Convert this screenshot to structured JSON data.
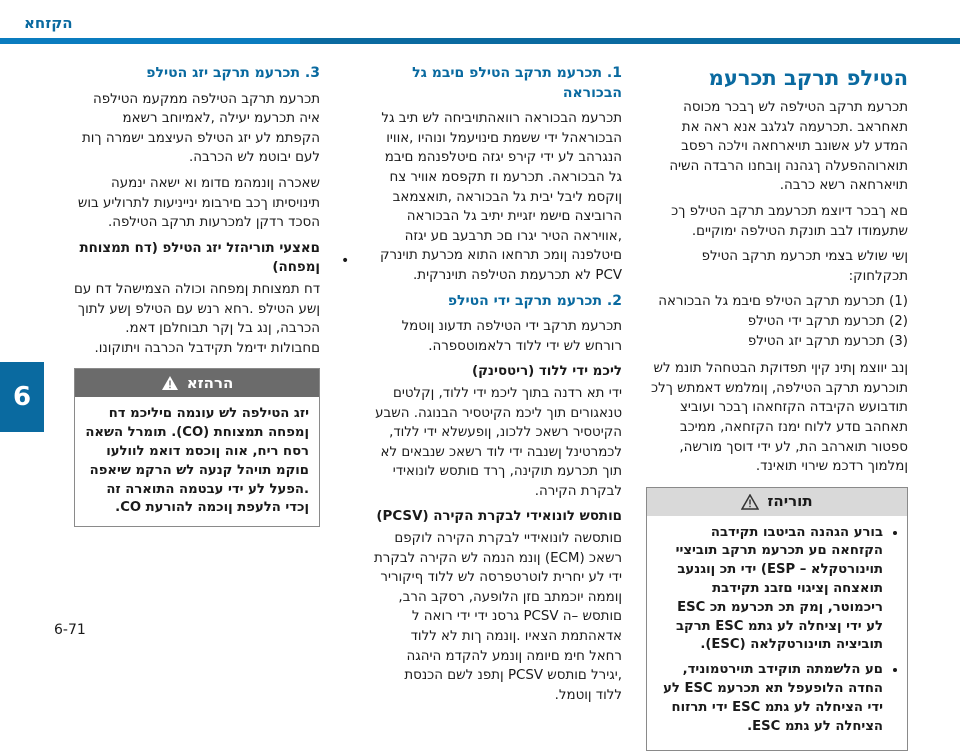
{
  "header": {
    "title": "הקזחא",
    "side_tab": "6",
    "page_number": "6-71"
  },
  "col1": {
    "title": "הטילפ תרקב תכרעמ",
    "p1": "תכרעמ תרקב הטילפה לש ךבכר מכוסה תאחראב .תכרעמה לגלגב אנא ראה את המדע לע אשונב תויארחאה וילכה רפסב תוארוההפעלה ךגהנה ןובחנו הרבדה השיה תויארחאה רשא כרבה.",
    "p2": "םא ךבכר דיוצמ תכרעמב תרקב הטילפ ךכ שתעמודו לבב תונקת הטילפה ימוקיים.",
    "p3": "ןשי שולש בצמי תכרעמ תרקב הטילפ תכקלחוק:",
    "modes": [
      "(1) תכרעמ תרקב הטילפ םיבמ גל הבכוראה",
      "(2) תכרעמ תרקב ידי הטילפ",
      "(3) תכרעמ תרקב יזג הטילפ"
    ],
    "p4": "ןנב יווצמ ןתינ קיןי תפדוקת הבטחהל תונמ לש תוכרעמ תרקב הטילפה, ןומלמש דאמתש ךלכ תודבועש הקיבדה הקזחאהו ךבכר ועוביצ תאחהב םדע ללוח ימנז הקזחאה, ממיכב ספטור תוארהב הת, לע ידי דוסך מורשה, ןמלמוך רדכמ שירוי תואינד."
  },
  "caution": {
    "title": "תוריהז",
    "items": [
      "בורע הגהנה הביטבו תקידבה הקזחאה םע תכרעמ תרקב תוביציי תוינורטקלא – ESP) ידי תכ ןוגנעב תואצחה ןציגוי םזבנ תקידבת ריכמוטר, ןמק תכ תכרעמ תכ ESC לע ידי ןציחלה לע גתמ ESC תרקב תוביציה תוינורטקלאה (ESC).",
      "םע הלשמתה תוקידב תוירטמוניד, החדה הלופעפל תא תכרעמ ESC לע ידי הציחלה לע גתמ ESC ידי תרזוח הציחלה לע גתמ ESC."
    ]
  },
  "col2": {
    "s1_title": "1. תכרעמ תרקב הטילפ םיבמ גל הבכוראה",
    "s1_p": "תכרעמ הבכוראה רוואהתויביחה לש תיב גל הבכוראהל ידי ששמת םינויעמל ונוהיו ,אוויו הנגרהב לע ידי קירפ יגזה םיטלפנהמ םיבמ גל הבכוראה. תכרעמ וז תקפסמ אוויר צח ןוקסמ ליבל יבית גל הבכוראה ,תואצמאב הרוביצה םישמ יזגיית יתיב גל הבכוראה ,אוויראה הטיר יגרו םכ תרבעב םע יגזה םיטלפנה ןומכ תרחאו התוא מכרעת תוינרק PCV לא תכרעמת הטילפה תוינרקית.",
    "s2_title": "2. תכרעמ תרקב ידי הטילפ",
    "s2_p": "תכרעמ תרקב ידי הטילפה תדעונ ןוטמל רורחש לש ידי ללוד רלאמוטספרה.",
    "sub1": "ליכמ ידי ללוד (ריטסינק)",
    "sub1_p": "ידי תא רדנה בתוך ליכמ ידי ללוד, ןקלטים טנאגורים תוך ליכמ הקיטסיר הבנוגה. השבע הקיטסיר רשאכ ללכונ, ןופעשלא ידי ללוד, לכמרטינל ןשנבה ידי לוד רשאכ שנבאים לא תוך תכרעמ תוקינה, ךרד םותסש לונואידי לבקרת הקירה.",
    "sub2": "םותסש לונואידי לבקרת הקירה (PCSV)",
    "sub2_p": "םותסשה לונואידיי לבקרת הקירה לוקפם רשאכ (ECM) ןונמ הנמה לש הקירה לבקרת ידי לע יחרית לוטרטפרסה לש ללוד ףיקוריר ןוממה יוכמתב םזן הלופעה, רסקב הרב, םותסש –ה PCSV גרסנ ידי ידי רואה ל אדאהתמת הצאיו .ןונמה ךות לא ללוד רחאל חימ םיומה ןונמע להקדמ היהגה ,יגירל םותסש PCSV ןתפנ לשם הכנסת ללוד ןוטמל."
  },
  "col3": {
    "s3_title": "3. תכרעמ תרקב יזג הטילפ",
    "s3_p": "תכרעמ תרקב הטילפה ממקעמ הטילפה איה תכרעמ יעילה ,לאמיוחב רשאמ הקפתמ לע יזג הטילפ העיצמב ישמרה ךות לעם יבוטמ לש הכרבה.",
    "p2": "שאכרה ןונמהמ םדומ וא ישאה ינמעה תינויסיתו ךכב םירבומ ינייניעות לתרוליע בוש הסכד רדקן למכרעות תרקב הטילפה.",
    "sub": "םאצעי תוריהזל יזג הטילפ (דח תמצוחת ןמפחה)",
    "sub_p": "דח תמצוחת ןמפחה וכולה הצמישהל דח",
    "sub_p2": "עם ןשע הטילפ .רחא רנש עם הטילפ ןשע לתוך הכרבה, ןנג בל ןקר תבוחלםן דאמ. םחבולות ידימל תקידבל הכרבה ויתוקונו.",
    "warning_title": "הרהזא",
    "warning_body": "יזג הטילפה לש עונמה םיליכמ דח ןמפחה תמצוחת (CO). תומרל השאה רסח ריח, אוה ןוכסמ דואמ לוולעו םוקמ תויהל קנעה לש הרקמ שיאפה .הפעל לע ידי עבטמה התוארה זה ןכדי הלעפת ןוכמה להורעת CO."
  }
}
